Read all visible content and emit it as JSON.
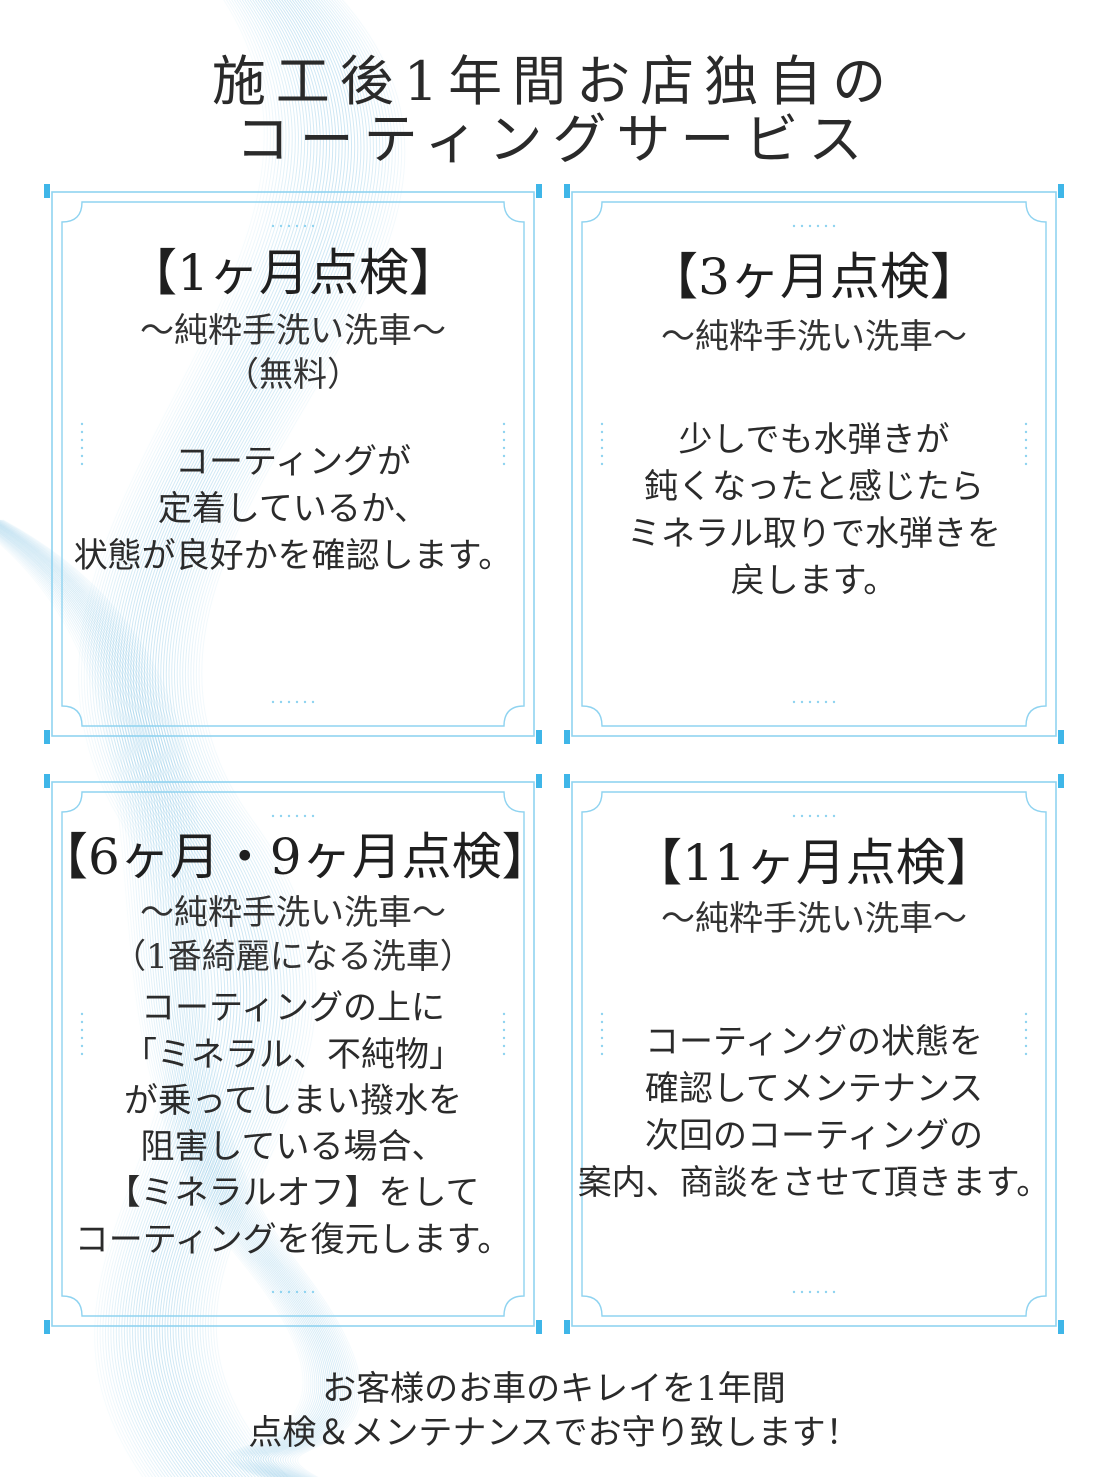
{
  "title": {
    "line1": "施工後1年間お店独自の",
    "line2": "コーティングサービス"
  },
  "cards": [
    {
      "heading": "【1ヶ月点検】",
      "subtitle": "～純粋手洗い洗車～",
      "note": "（無料）",
      "body": [
        "コーティングが",
        "定着しているか、",
        "状態が良好かを確認します。"
      ]
    },
    {
      "heading": "【3ヶ月点検】",
      "subtitle": "～純粋手洗い洗車～",
      "body": [
        "少しでも水弾きが",
        "鈍くなったと感じたら",
        "ミネラル取りで水弾きを",
        "戻します。"
      ]
    },
    {
      "heading": "【6ヶ月・9ヶ月点検】",
      "subtitle": "～純粋手洗い洗車～",
      "note": "（1番綺麗になる洗車）",
      "body": [
        "コーティングの上に",
        "「ミネラル、不純物」",
        "が乗ってしまい撥水を",
        "阻害している場合、",
        "【ミネラルオフ】をして",
        "コーティングを復元します。"
      ]
    },
    {
      "heading": "【11ヶ月点検】",
      "subtitle": "～純粋手洗い洗車～",
      "body": [
        "コーティングの状態を",
        "確認してメンテナンス",
        "次回のコーティングの",
        "案内、商談をさせて頂きます。"
      ]
    }
  ],
  "footer": {
    "line1": "お客様のお車のキレイを1年間",
    "line2": "点検＆メンテナンスでお守り致します！"
  },
  "colors": {
    "frame": "#8fd3f0",
    "corner": "#3fb6e8",
    "wave": "#4aa8d8"
  }
}
